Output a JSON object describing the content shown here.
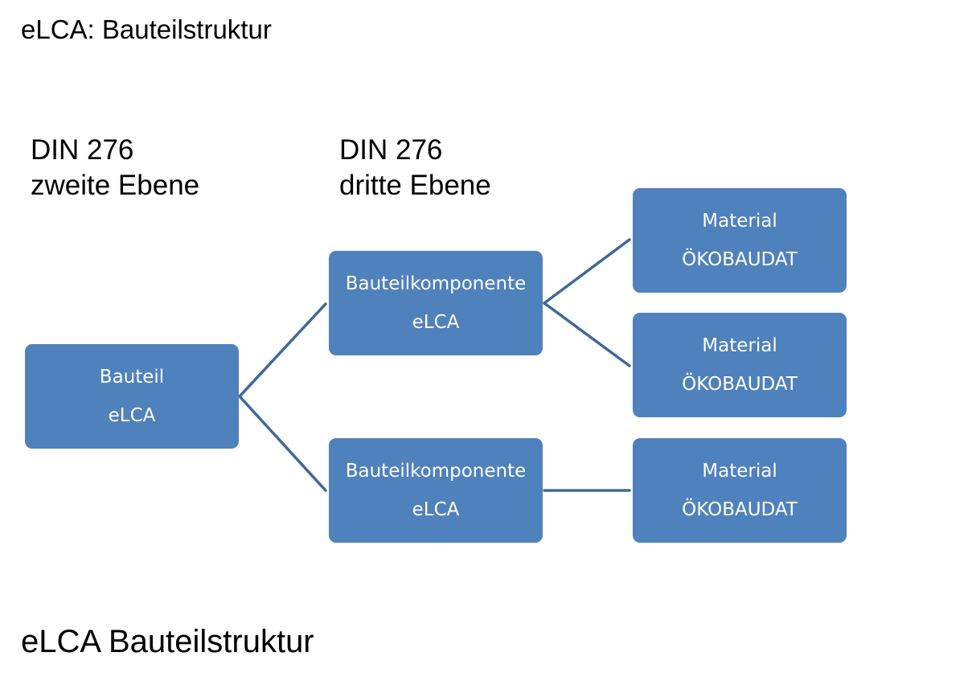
{
  "title": "eLCA: Bauteilstruktur",
  "levels": {
    "second": {
      "line1": "DIN 276",
      "line2": "zweite Ebene"
    },
    "third": {
      "line1": "DIN 276",
      "line2": "dritte Ebene"
    }
  },
  "nodes": {
    "bauteil": {
      "line1": "Bauteil",
      "line2": "eLCA"
    },
    "component_1": {
      "line1": "Bauteilkomponente",
      "line2": "eLCA"
    },
    "component_2": {
      "line1": "Bauteilkomponente",
      "line2": "eLCA"
    },
    "material_1": {
      "line1": "Material",
      "line2": "ÖKOBAUDAT"
    },
    "material_2": {
      "line1": "Material",
      "line2": "ÖKOBAUDAT"
    },
    "material_3": {
      "line1": "Material",
      "line2": "ÖKOBAUDAT"
    }
  },
  "colors": {
    "node_fill": "#4f81bd",
    "connector": "#41689a",
    "node_text": "#ffffff"
  },
  "footer": "eLCA Bauteilstruktur"
}
